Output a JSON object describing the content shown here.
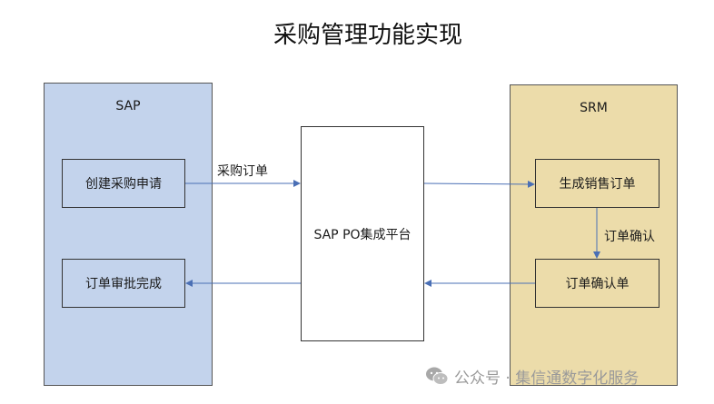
{
  "title": "采购管理功能实现",
  "lanes": {
    "sap": {
      "label": "SAP"
    },
    "srm": {
      "label": "SRM"
    }
  },
  "nodes": {
    "sap_request": "创建采购申请",
    "sap_approval": "订单审批完成",
    "platform": "SAP PO集成平台",
    "srm_sales_order": "生成销售订单",
    "srm_confirmation": "订单确认单"
  },
  "edges": {
    "purchase_order": "采购订单",
    "order_confirm": "订单确认"
  },
  "watermark": {
    "text": "公众号 · 集信通数字化服务",
    "icon": "wechat-icon"
  },
  "colors": {
    "sap_lane": "#c3d3ec",
    "srm_lane": "#ecdcaa",
    "arrow": "#4a6fb5"
  }
}
